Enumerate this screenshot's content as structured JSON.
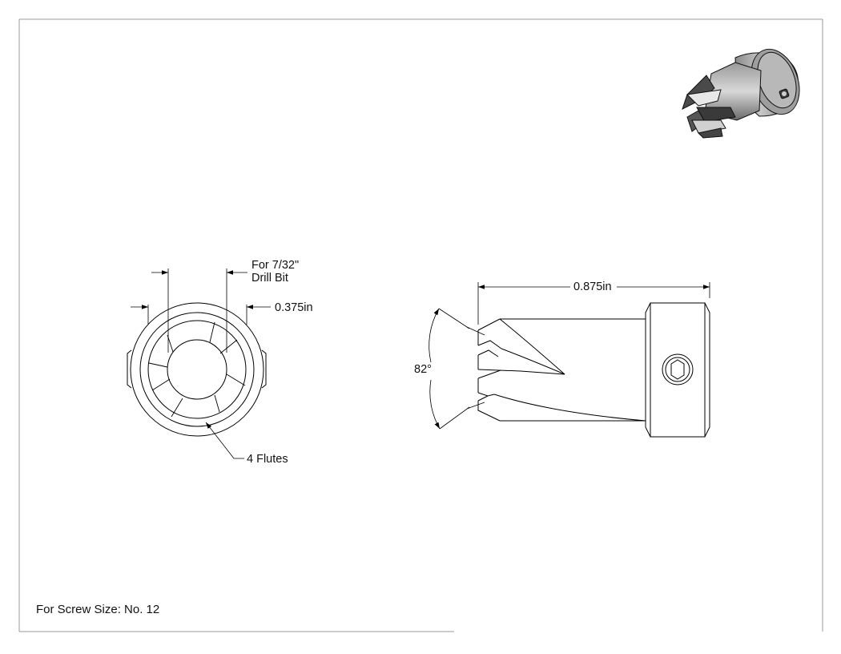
{
  "drawing": {
    "drill_callout_line1": "For 7/32\"",
    "drill_callout_line2": "Drill Bit",
    "diameter_dimension": "0.375in",
    "length_dimension": "0.875in",
    "angle_dimension": "82°",
    "flutes_callout": "4 Flutes",
    "screw_note": "For Screw Size: No. 12"
  },
  "colors": {
    "line": "#000000",
    "paper": "#ffffff",
    "shade_dark": "#4a4a4a",
    "shade_light": "#bdbdbd"
  }
}
